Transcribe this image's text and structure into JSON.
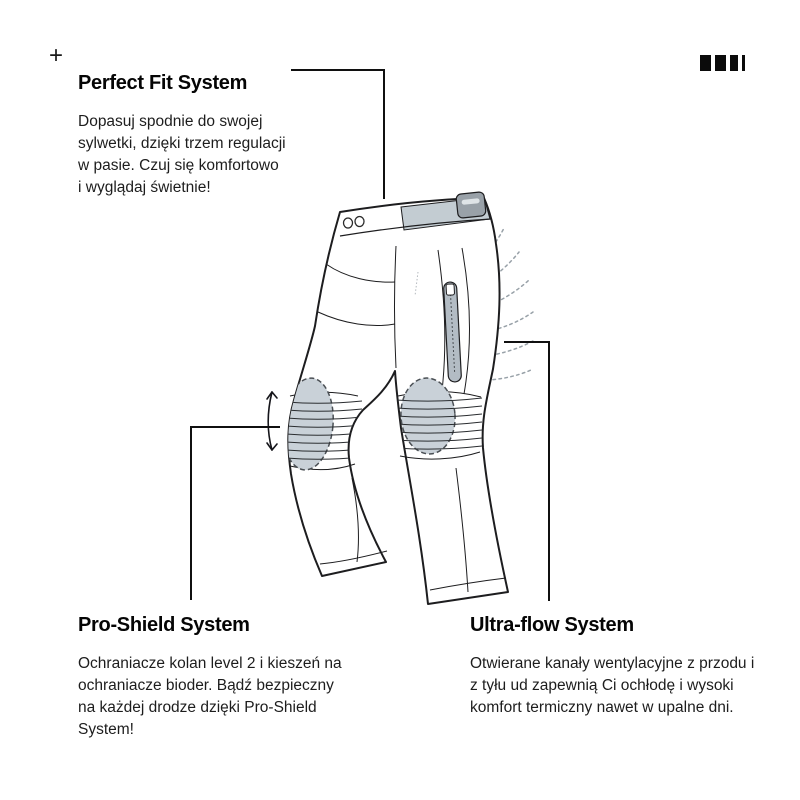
{
  "page": {
    "background": "#ffffff"
  },
  "topbar": {
    "plus_icon": "+",
    "logo_icon": "brand-bars-logo"
  },
  "callouts": {
    "perfect_fit": {
      "title": "Perfect Fit System",
      "description": "Dopasuj spodnie do swojej sylwetki, dzięki trzem regulacji w pasie. Czuj się komfortowo i wyglądaj świetnie!"
    },
    "pro_shield": {
      "title": "Pro-Shield System",
      "description": "Ochraniacze kolan level 2 i kieszeń na ochraniacze bioder. Bądź bezpieczny na każdej drodze dzięki Pro-Shield System!"
    },
    "ultra_flow": {
      "title": "Ultra-flow System",
      "description": "Otwierane kanały wentylacyjne z przodu i z tyłu ud zapewnią Ci ochłodę i wysoki komfort termiczny nawet w upalne dni."
    }
  },
  "illustration": {
    "subject": "motorcycle-touring-pants-technical-drawing",
    "outline_color": "#1d1d1f",
    "knee_protector_fill": "#c9d1d8",
    "vent_fill": "#b3bcc4",
    "waist_panel_fill": "#c3ccd2",
    "buckle_fill": "#99a1a8",
    "airflow_color": "#98a1a8",
    "callout_line_color": "#101010"
  }
}
